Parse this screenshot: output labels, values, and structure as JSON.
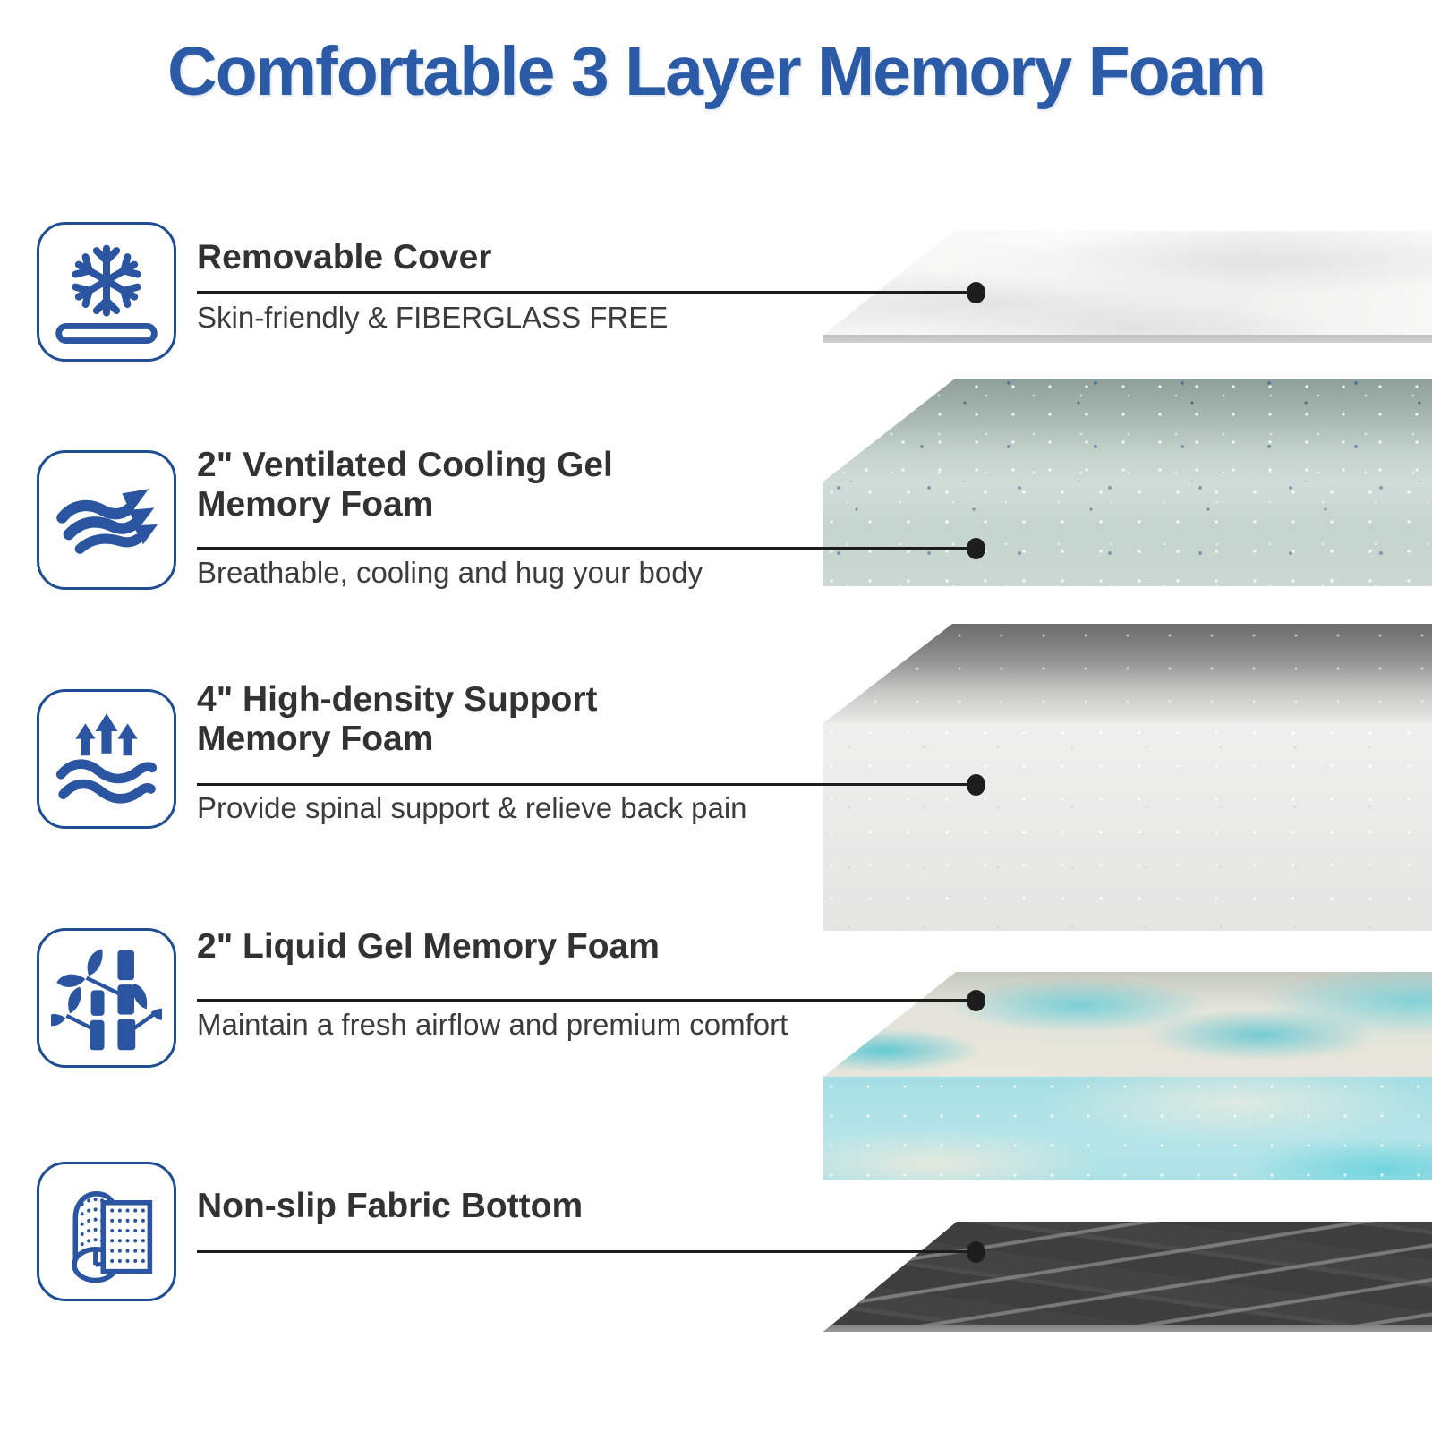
{
  "page": {
    "title": "Comfortable 3 Layer Memory Foam"
  },
  "features": [
    {
      "icon": "snowflake-icon",
      "title_lines": [
        "Removable Cover"
      ],
      "description": "Skin-friendly & FIBERGLASS FREE"
    },
    {
      "icon": "airflow-icon",
      "title_lines": [
        "2\" Ventilated Cooling Gel",
        "Memory Foam"
      ],
      "description": "Breathable, cooling and hug your body"
    },
    {
      "icon": "support-arrows-icon",
      "title_lines": [
        "4\" High-density Support",
        "Memory Foam"
      ],
      "description": "Provide spinal support & relieve back pain"
    },
    {
      "icon": "bamboo-icon",
      "title_lines": [
        "2\" Liquid Gel Memory Foam"
      ],
      "description": "Maintain a fresh airflow and premium comfort"
    },
    {
      "icon": "fabric-roll-icon",
      "title_lines": [
        "Non-slip Fabric Bottom"
      ],
      "description": ""
    }
  ],
  "mattress_layers": [
    {
      "name": "removable-cover-layer",
      "approx_color": "#f6f6f5"
    },
    {
      "name": "cooling-gel-foam-layer",
      "approx_color": "#cbd8d3"
    },
    {
      "name": "support-foam-layer",
      "approx_color": "#ebebea"
    },
    {
      "name": "liquid-gel-foam-layer",
      "approx_color": "#aee2e6"
    },
    {
      "name": "non-slip-fabric-layer",
      "approx_color": "#454545"
    }
  ],
  "colors": {
    "heading": "#2b5aa7",
    "icon_blue": "#2b55a0",
    "icon_border": "#1f4e92",
    "leader_line": "#1d1d1d",
    "title_text": "#323232",
    "description_text": "#3c3c3c"
  }
}
